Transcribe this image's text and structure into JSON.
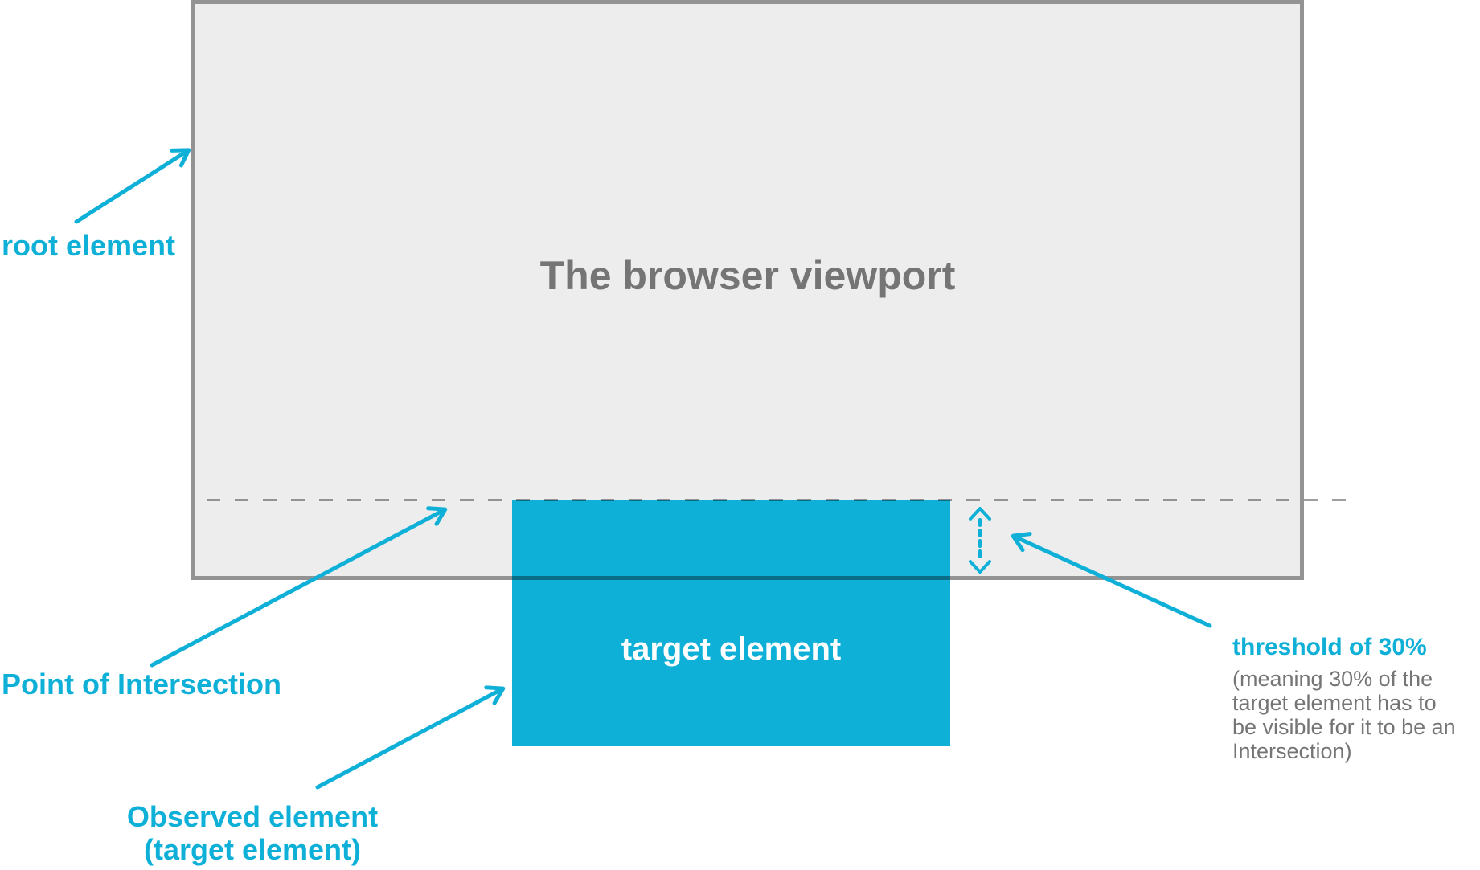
{
  "diagram": {
    "root_label": "root element",
    "viewport_title": "The browser viewport",
    "target_label": "target element",
    "intersection_label": "Point of Intersection",
    "observed_label": "Observed element\n(target element)",
    "threshold_heading": "threshold of 30%",
    "threshold_note": "(meaning 30% of the\ntarget element has to\nbe visible for it to be an\nIntersection)"
  },
  "colors": {
    "accent_cyan": "#0FB0D8",
    "viewport_fill": "#EDEDED",
    "border_gray": "#9E9E9E",
    "text_gray": "#757575",
    "target_text": "#FFFFFF"
  }
}
